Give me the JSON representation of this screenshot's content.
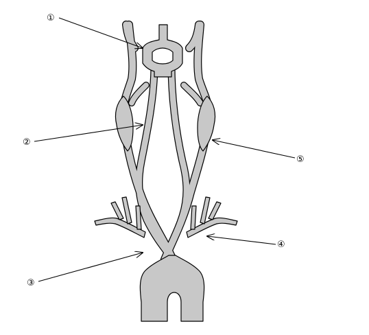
{
  "diagram": {
    "labels": {
      "one": "①",
      "two": "②",
      "three": "③",
      "four": "④",
      "five": "⑤"
    }
  },
  "colors": {
    "vessel_fill": "#c8c8c8",
    "vessel_outline": "#000000",
    "background": "#ffffff"
  }
}
